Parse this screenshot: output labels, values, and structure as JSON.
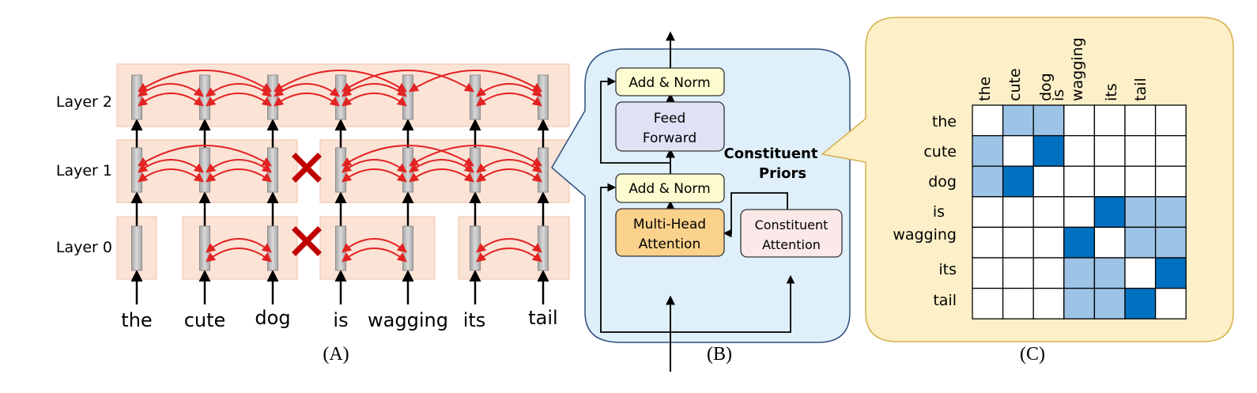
{
  "panel_a": {
    "caption": "(A)",
    "layers": [
      "Layer 2",
      "Layer 1",
      "Layer 0"
    ],
    "words": [
      "the",
      "cute",
      "dog",
      "is",
      "wagging",
      "its",
      "tail"
    ]
  },
  "panel_b": {
    "caption": "(B)",
    "add_norm_top": "Add & Norm",
    "feed_forward_line1": "Feed",
    "feed_forward_line2": "Forward",
    "add_norm_bottom": "Add & Norm",
    "mha_line1": "Multi-Head",
    "mha_line2": "Attention",
    "ca_line1": "Constituent",
    "ca_line2": "Attention",
    "priors_line1": "Constituent",
    "priors_line2": "Priors"
  },
  "panel_c": {
    "caption": "(C)",
    "words": [
      "the",
      "cute",
      "dog",
      "is",
      "wagging",
      "its",
      "tail"
    ],
    "matrix": [
      [
        0,
        1,
        1,
        0,
        0,
        0,
        0
      ],
      [
        1,
        0,
        2,
        0,
        0,
        0,
        0
      ],
      [
        1,
        2,
        0,
        0,
        0,
        0,
        0
      ],
      [
        0,
        0,
        0,
        0,
        2,
        1,
        1
      ],
      [
        0,
        0,
        0,
        2,
        0,
        1,
        1
      ],
      [
        0,
        0,
        0,
        1,
        1,
        0,
        2
      ],
      [
        0,
        0,
        0,
        1,
        1,
        2,
        0
      ]
    ],
    "colors": [
      "#ffffff",
      "#9dc3e6",
      "#0070c0"
    ]
  },
  "colors": {
    "arrow_red": "#e32222",
    "cross_red": "#c00000",
    "layer_bg": "#fbe3d6",
    "b_bg": "#dff0fb",
    "c_bg": "#fdf0c8"
  }
}
